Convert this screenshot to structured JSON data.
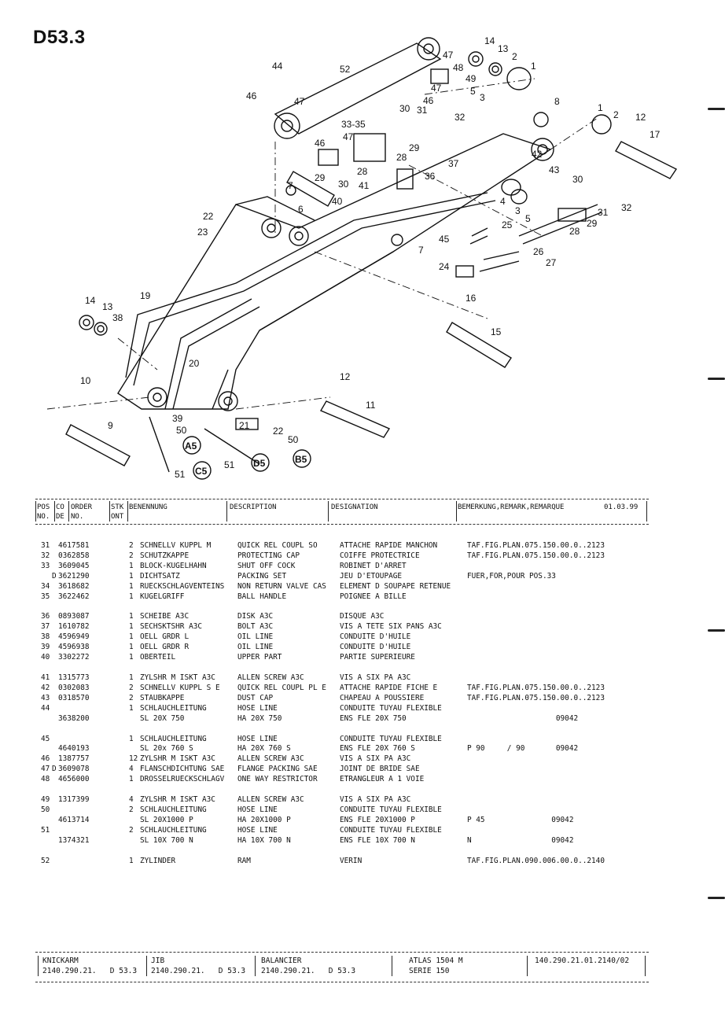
{
  "page": {
    "code": "D53.3",
    "date": "01.03.99"
  },
  "callouts": [
    "1",
    "2",
    "3",
    "4",
    "5",
    "6",
    "7",
    "8",
    "9",
    "10",
    "11",
    "12",
    "13",
    "14",
    "15",
    "16",
    "17",
    "19",
    "20",
    "21",
    "22",
    "23",
    "24",
    "25",
    "26",
    "27",
    "28",
    "29",
    "30",
    "31",
    "32",
    "33-35",
    "36",
    "37",
    "38",
    "39",
    "40",
    "41",
    "42",
    "43",
    "44",
    "45",
    "46",
    "47",
    "48",
    "49",
    "50",
    "51",
    "52",
    "A5",
    "B5",
    "C5",
    "D5"
  ],
  "header": {
    "pos_no": "POS\nNO.",
    "co_de": "CO\nDE",
    "order_no": "ORDER\nNO.",
    "stk_ont": "STK\nONT",
    "benennung": "BENENNUNG",
    "description": "DESCRIPTION",
    "designation": "DESIGNATION",
    "remark": "BEMERKUNG,REMARK,REMARQUE"
  },
  "rows": [
    {
      "pos": "31",
      "co": "",
      "order": "4617581",
      "qty": "2",
      "ben": "SCHNELLV KUPPL M",
      "desc": "QUICK REL COUPL SO",
      "dsg": "ATTACHE RAPIDE MANCHON",
      "rem": "TAF.FIG.PLAN.075.150.00.0..2123"
    },
    {
      "pos": "32",
      "co": "",
      "order": "0362858",
      "qty": "2",
      "ben": "SCHUTZKAPPE",
      "desc": "PROTECTING CAP",
      "dsg": "COIFFE PROTECTRICE",
      "rem": "TAF.FIG.PLAN.075.150.00.0..2123"
    },
    {
      "pos": "33",
      "co": "",
      "order": "3609045",
      "qty": "1",
      "ben": "BLOCK-KUGELHAHN",
      "desc": "SHUT OFF COCK",
      "dsg": "ROBINET D'ARRET",
      "rem": ""
    },
    {
      "pos": "",
      "co": "D",
      "order": "3621290",
      "qty": "1",
      "ben": "DICHTSATZ",
      "desc": "PACKING SET",
      "dsg": "JEU D'ETOUPAGE",
      "rem": "FUER,FOR,POUR POS.33"
    },
    {
      "pos": "34",
      "co": "",
      "order": "3618682",
      "qty": "1",
      "ben": "RUECKSCHLAGVENTEINS",
      "desc": "NON RETURN VALVE CAS",
      "dsg": "ELEMENT D SOUPAPE RETENUE",
      "rem": ""
    },
    {
      "pos": "35",
      "co": "",
      "order": "3622462",
      "qty": "1",
      "ben": "KUGELGRIFF",
      "desc": "BALL HANDLE",
      "dsg": "POIGNEE A BILLE",
      "rem": ""
    },
    {
      "gap": true
    },
    {
      "pos": "36",
      "co": "",
      "order": "0893087",
      "qty": "1",
      "ben": "SCHEIBE A3C",
      "desc": "DISK A3C",
      "dsg": "DISQUE A3C",
      "rem": ""
    },
    {
      "pos": "37",
      "co": "",
      "order": "1610782",
      "qty": "1",
      "ben": "SECHSKTSHR A3C",
      "desc": "BOLT A3C",
      "dsg": "VIS A TETE SIX PANS A3C",
      "rem": ""
    },
    {
      "pos": "38",
      "co": "",
      "order": "4596949",
      "qty": "1",
      "ben": "OELL GRDR L",
      "desc": "OIL LINE",
      "dsg": "CONDUITE D'HUILE",
      "rem": ""
    },
    {
      "pos": "39",
      "co": "",
      "order": "4596938",
      "qty": "1",
      "ben": "OELL GRDR R",
      "desc": "OIL LINE",
      "dsg": "CONDUITE D'HUILE",
      "rem": ""
    },
    {
      "pos": "40",
      "co": "",
      "order": "3302272",
      "qty": "1",
      "ben": "OBERTEIL",
      "desc": "UPPER PART",
      "dsg": "PARTIE SUPERIEURE",
      "rem": ""
    },
    {
      "gap": true
    },
    {
      "pos": "41",
      "co": "",
      "order": "1315773",
      "qty": "1",
      "ben": "ZYLSHR M ISKT A3C",
      "desc": "ALLEN SCREW A3C",
      "dsg": "VIS A SIX PA A3C",
      "rem": ""
    },
    {
      "pos": "42",
      "co": "",
      "order": "0302083",
      "qty": "2",
      "ben": "SCHNELLV KUPPL S E",
      "desc": "QUICK REL COUPL PL E",
      "dsg": "ATTACHE RAPIDE FICHE E",
      "rem": "TAF.FIG.PLAN.075.150.00.0..2123"
    },
    {
      "pos": "43",
      "co": "",
      "order": "0318570",
      "qty": "2",
      "ben": "STAUBKAPPE",
      "desc": "DUST CAP",
      "dsg": "CHAPEAU A POUSSIERE",
      "rem": "TAF.FIG.PLAN.075.150.00.0..2123"
    },
    {
      "pos": "44",
      "co": "",
      "order": "",
      "qty": "1",
      "ben": "SCHLAUCHLEITUNG",
      "desc": "HOSE LINE",
      "dsg": "CONDUITE TUYAU FLEXIBLE",
      "rem": ""
    },
    {
      "pos": "",
      "co": "",
      "order": "3638200",
      "qty": "",
      "ben": "SL 20X 750",
      "desc": "HA 20X 750",
      "dsg": "ENS FLE 20X 750",
      "rem": "                    09042"
    },
    {
      "gap": true
    },
    {
      "pos": "45",
      "co": "",
      "order": "",
      "qty": "1",
      "ben": "SCHLAUCHLEITUNG",
      "desc": "HOSE LINE",
      "dsg": "CONDUITE TUYAU FLEXIBLE",
      "rem": ""
    },
    {
      "pos": "",
      "co": "",
      "order": "4640193",
      "qty": "",
      "ben": "SL 20x 760 S",
      "desc": "HA 20X 760 S",
      "dsg": "ENS FLE 20X 760 S",
      "rem": "P 90     / 90       09042"
    },
    {
      "pos": "46",
      "co": "",
      "order": "1387757",
      "qty": "12",
      "ben": "ZYLSHR M ISKT A3C",
      "desc": "ALLEN SCREW A3C",
      "dsg": "VIS A SIX PA A3C",
      "rem": ""
    },
    {
      "pos": "47",
      "co": "D",
      "order": "3609078",
      "qty": "4",
      "ben": "FLANSCHDICHTUNG SAE",
      "desc": "FLANGE PACKING SAE",
      "dsg": "JOINT DE BRIDE SAE",
      "rem": ""
    },
    {
      "pos": "48",
      "co": "",
      "order": "4656000",
      "qty": "1",
      "ben": "DROSSELRUECKSCHLAGV",
      "desc": "ONE WAY RESTRICTOR",
      "dsg": "ETRANGLEUR A 1 VOIE",
      "rem": ""
    },
    {
      "gap": true
    },
    {
      "pos": "49",
      "co": "",
      "order": "1317399",
      "qty": "4",
      "ben": "ZYLSHR M ISKT A3C",
      "desc": "ALLEN SCREW A3C",
      "dsg": "VIS A SIX PA A3C",
      "rem": ""
    },
    {
      "pos": "50",
      "co": "",
      "order": "",
      "qty": "2",
      "ben": "SCHLAUCHLEITUNG",
      "desc": "HOSE LINE",
      "dsg": "CONDUITE TUYAU FLEXIBLE",
      "rem": ""
    },
    {
      "pos": "",
      "co": "",
      "order": "4613714",
      "qty": "",
      "ben": "SL 20X1000 P",
      "desc": "HA 20X1000 P",
      "dsg": "ENS FLE 20X1000 P",
      "rem": "P 45               09042"
    },
    {
      "pos": "51",
      "co": "",
      "order": "",
      "qty": "2",
      "ben": "SCHLAUCHLEITUNG",
      "desc": "HOSE LINE",
      "dsg": "CONDUITE TUYAU FLEXIBLE",
      "rem": ""
    },
    {
      "pos": "",
      "co": "",
      "order": "1374321",
      "qty": "",
      "ben": "SL 10X 700 N",
      "desc": "HA 10X 700 N",
      "dsg": "ENS FLE 10X 700 N",
      "rem": "N                  09042"
    },
    {
      "gap": true
    },
    {
      "pos": "52",
      "co": "",
      "order": "",
      "qty": "1",
      "ben": "ZYLINDER",
      "desc": "RAM",
      "dsg": "VERIN",
      "rem": "TAF.FIG.PLAN.090.006.00.0..2140"
    }
  ],
  "footer": {
    "de_label": "KNICKARM",
    "de_ref": "2140.290.21.   D 53.3",
    "en_label": "JIB",
    "en_ref": "2140.290.21.   D 53.3",
    "fr_label": "BALANCIER",
    "fr_ref": "2140.290.21.   D 53.3",
    "model": "ATLAS 1504 M",
    "series": "SERIE 150",
    "doc_no": "140.290.21.01.2140/02"
  }
}
